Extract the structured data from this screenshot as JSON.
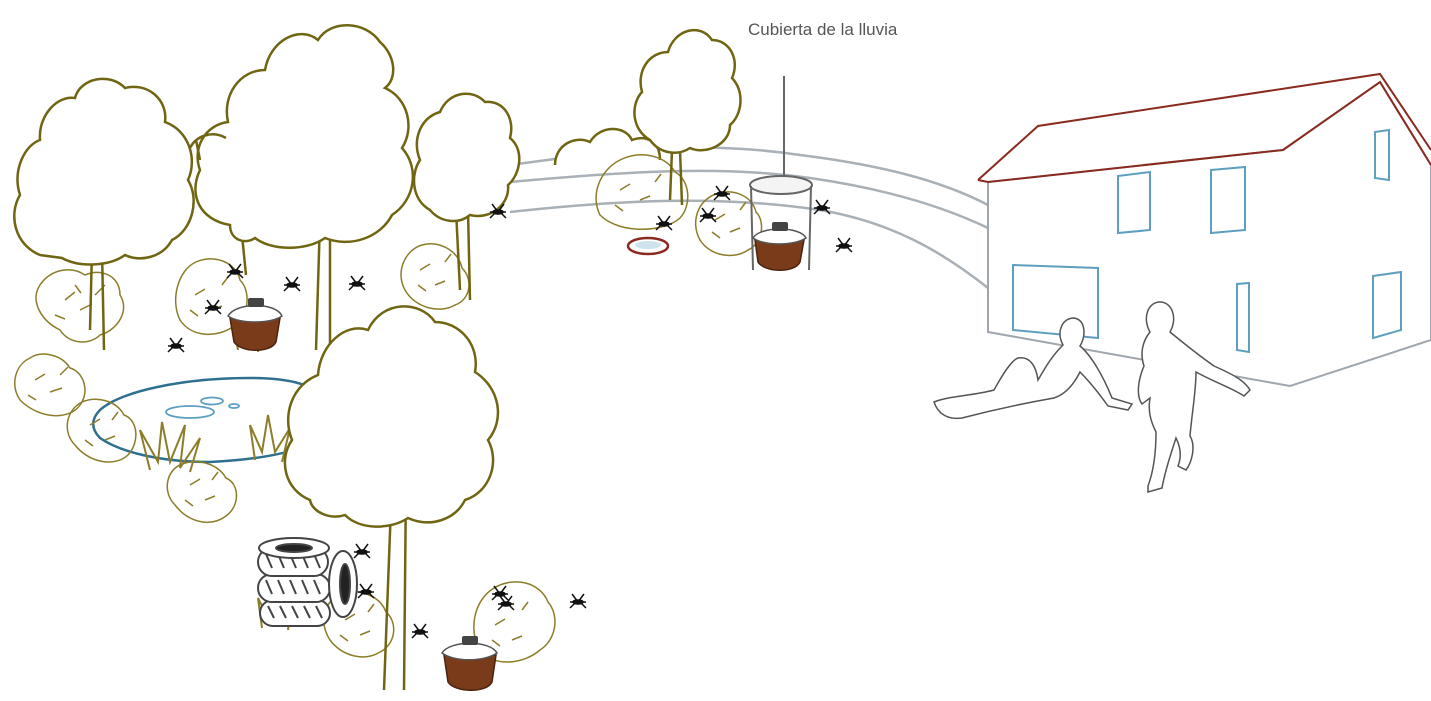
{
  "callout": {
    "label": "Cubierta de la lluvia"
  },
  "colors": {
    "tree_outline": "#6f6512",
    "shrub": "#8b7d2a",
    "house_wall": "#9fa6ad",
    "roof": "#8b2a1f",
    "window": "#5e9fbf",
    "water": "#2f6f8f",
    "trap_soil": "#7a3b1a",
    "mosquito": "#111111",
    "rain_cover": "#666666",
    "person_outline": "#555555"
  },
  "elements": {
    "trees": 6,
    "mosquito_traps": 4,
    "mosquitoes": 17,
    "people": 2
  }
}
